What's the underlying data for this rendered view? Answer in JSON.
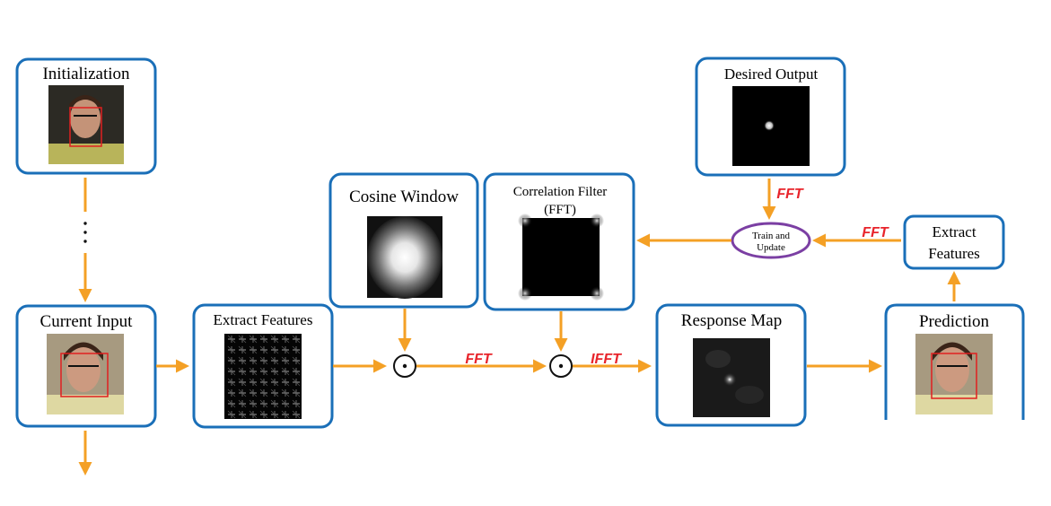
{
  "colors": {
    "box_border": "#1a6fb8",
    "arrow": "#f4a025",
    "fft_label": "#e8242b",
    "train_ellipse": "#7b3fa3",
    "bbox": "#e02020"
  },
  "boxes": {
    "initialization": "Initialization",
    "current_input": "Current Input",
    "extract_features_1": "Extract Features",
    "cosine_window": "Cosine Window",
    "correlation_filter_line1": "Correlation Filter",
    "correlation_filter_line2": "(FFT)",
    "desired_output": "Desired Output",
    "response_map": "Response Map",
    "prediction": "Prediction",
    "extract_features_2_line1": "Extract",
    "extract_features_2_line2": "Features"
  },
  "train_update": {
    "line1": "Train and",
    "line2": "Update"
  },
  "labels": {
    "fft_desired": "FFT",
    "fft_extract": "FFT",
    "fft_mid": "FFT",
    "ifft": "IFFT"
  },
  "icons": {
    "elementwise_product": "circled-dot-operator",
    "continuation": "vertical-ellipsis"
  }
}
